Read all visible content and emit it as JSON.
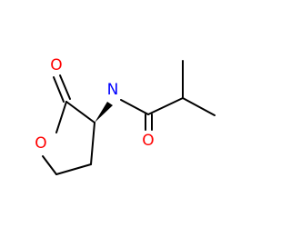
{
  "molecule": {
    "atoms": {
      "carbonyl_oxygen_ring": {
        "symbol": "O",
        "color": "#ff0000"
      },
      "ring_oxygen": {
        "symbol": "O",
        "color": "#ff0000"
      },
      "amide_nitrogen": {
        "symbol": "N",
        "color": "#0000ff"
      },
      "amide_oxygen": {
        "symbol": "O",
        "color": "#ff0000"
      }
    },
    "bond_color": "#000000",
    "stereo_bond": "wedge"
  }
}
